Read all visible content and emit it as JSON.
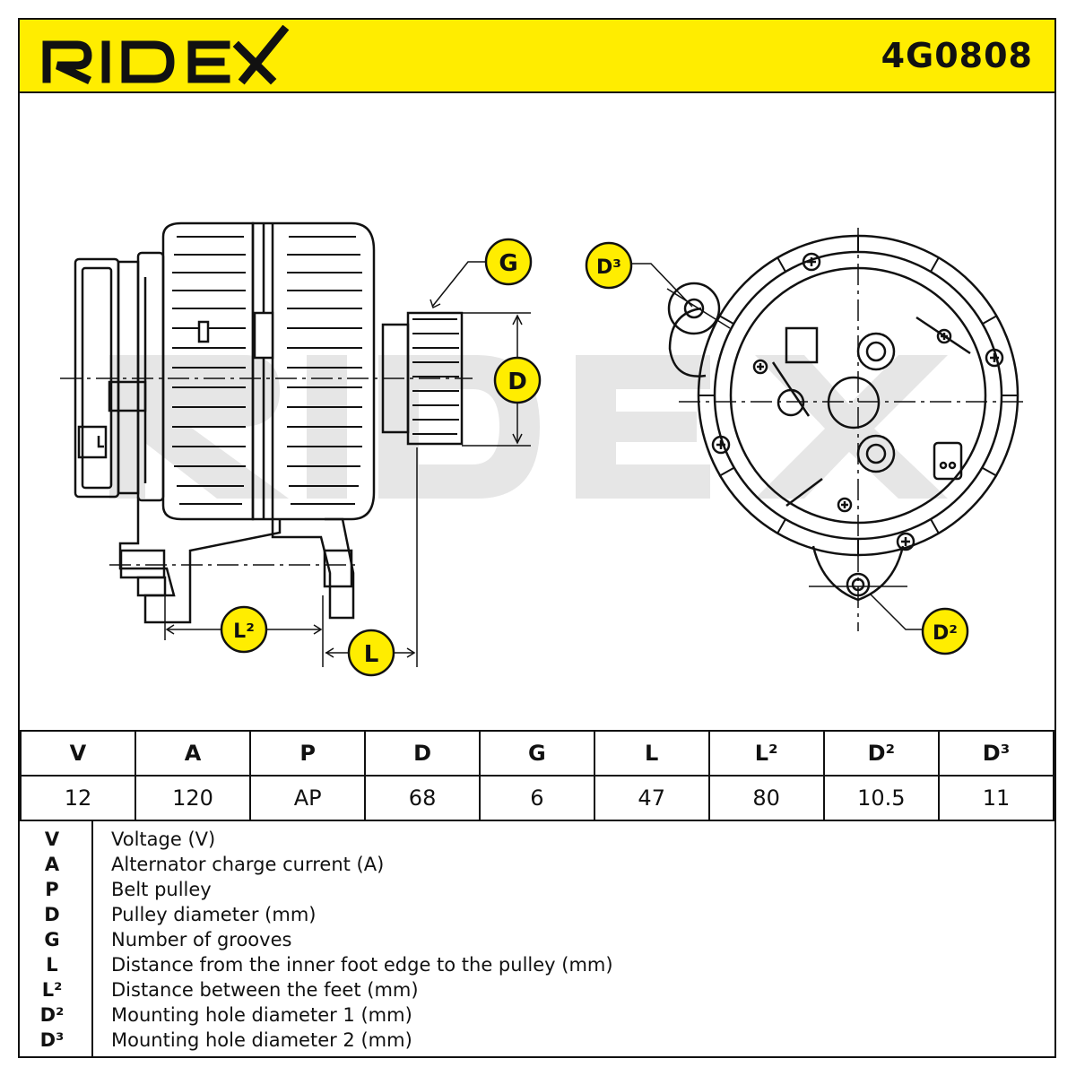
{
  "header": {
    "brand": "RIDEX",
    "part_number": "4G0808",
    "colors": {
      "header_bg": "#ffed00",
      "badge_bg": "#ffed00",
      "ink": "#111111"
    }
  },
  "drawing": {
    "badges": {
      "g": "G",
      "d": "D",
      "d3": "D³",
      "d2": "D²",
      "l2": "L²",
      "l": "L"
    },
    "watermark": "RIDEX"
  },
  "spec_table": {
    "headers": [
      "V",
      "A",
      "P",
      "D",
      "G",
      "L",
      "L²",
      "D²",
      "D³"
    ],
    "values": [
      "12",
      "120",
      "AP",
      "68",
      "6",
      "47",
      "80",
      "10.5",
      "11"
    ]
  },
  "legend": [
    {
      "symbol": "V",
      "text": "Voltage (V)"
    },
    {
      "symbol": "A",
      "text": "Alternator charge current (A)"
    },
    {
      "symbol": "P",
      "text": "Belt pulley"
    },
    {
      "symbol": "D",
      "text": "Pulley diameter (mm)"
    },
    {
      "symbol": "G",
      "text": "Number of grooves"
    },
    {
      "symbol": "L",
      "text": "Distance from the inner foot edge to the pulley (mm)"
    },
    {
      "symbol": "L²",
      "text": "Distance between the feet (mm)"
    },
    {
      "symbol": "D²",
      "text": "Mounting hole diameter 1 (mm)"
    },
    {
      "symbol": "D³",
      "text": "Mounting hole diameter 2 (mm)"
    }
  ]
}
